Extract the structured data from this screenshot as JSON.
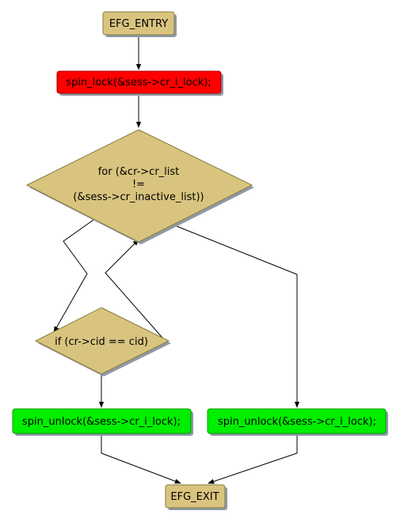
{
  "colors": {
    "entry_exit": "#d9c47f",
    "lock": "#ff0000",
    "decision": "#d9c47f",
    "unlock": "#00ee00",
    "shadow": "#8d9aa8",
    "stroke": "#8a7a3a"
  },
  "nodes": {
    "entry": "EFG_ENTRY",
    "lock": "spin_lock(&sess->cr_i_lock);",
    "loop_line1": "for (&cr->cr_list",
    "loop_line2": "!=",
    "loop_line3": "(&sess->cr_inactive_list))",
    "if_cond": "if (cr->cid == cid)",
    "unlock_left": "spin_unlock(&sess->cr_i_lock);",
    "unlock_right": "spin_unlock(&sess->cr_i_lock);",
    "exit": "EFG_EXIT"
  }
}
